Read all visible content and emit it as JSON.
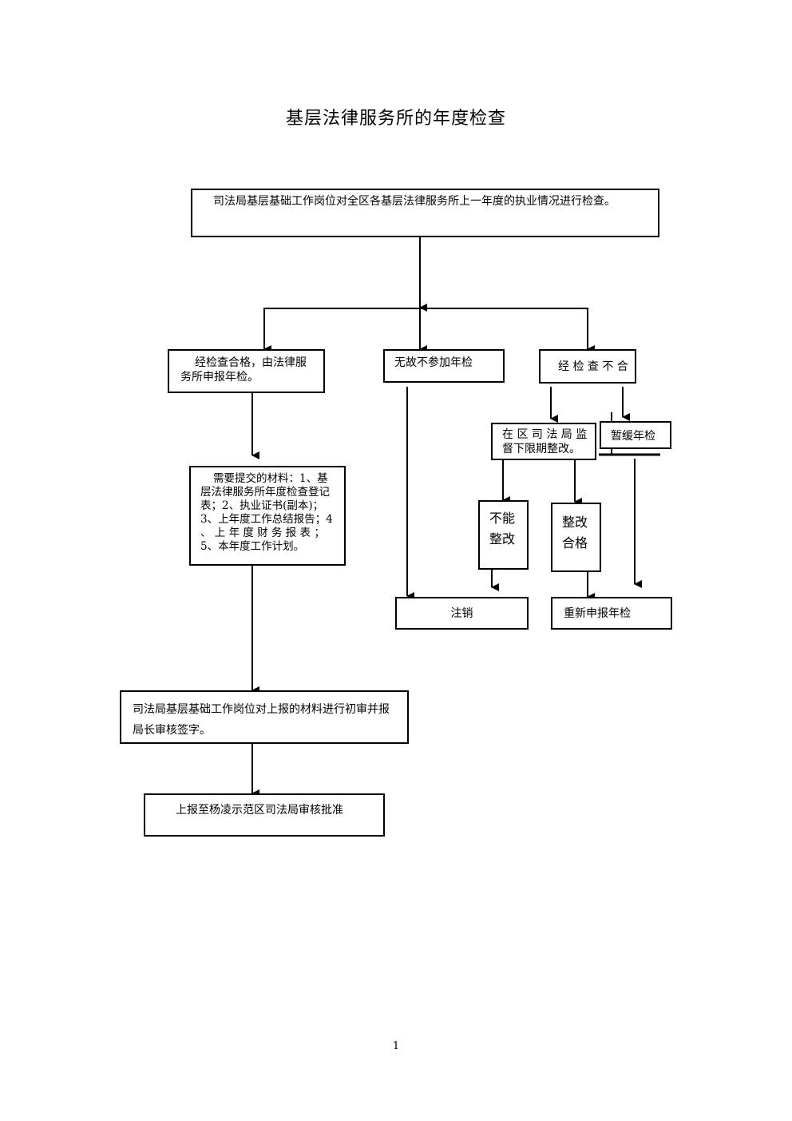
{
  "title": "基层法律服务所的年度检查",
  "nodes": {
    "top_check": "司法局基层基础工作岗位对全区各基层法律服务所上一年度的执业情况进行检查。",
    "qualified": "经检查合格，由法律服务所申报年检。",
    "no_reason": "无故不参加年检",
    "unqualified": "经 检 查 不 合",
    "rectify": "在 区 司 法 局 监督下限期整改。",
    "suspend": "暂缓年检",
    "materials": "需要提交的材料：1、基层法律服务所年度检查登记表；2、执业证书(副本)；3、上年度工作总结报告；4 、 上 年 度 财 务 报 表 ；5、本年度工作计划。",
    "cannot_rectify": "不能整改",
    "rectify_ok": "整改合格",
    "cancel": "注销",
    "reapply": "重新申报年检",
    "initial_review": "司法局基层基础工作岗位对上报的材料进行初审并报局长审核签字。",
    "submit": "上报至杨凌示范区司法局审核批准"
  },
  "page_number": "1"
}
